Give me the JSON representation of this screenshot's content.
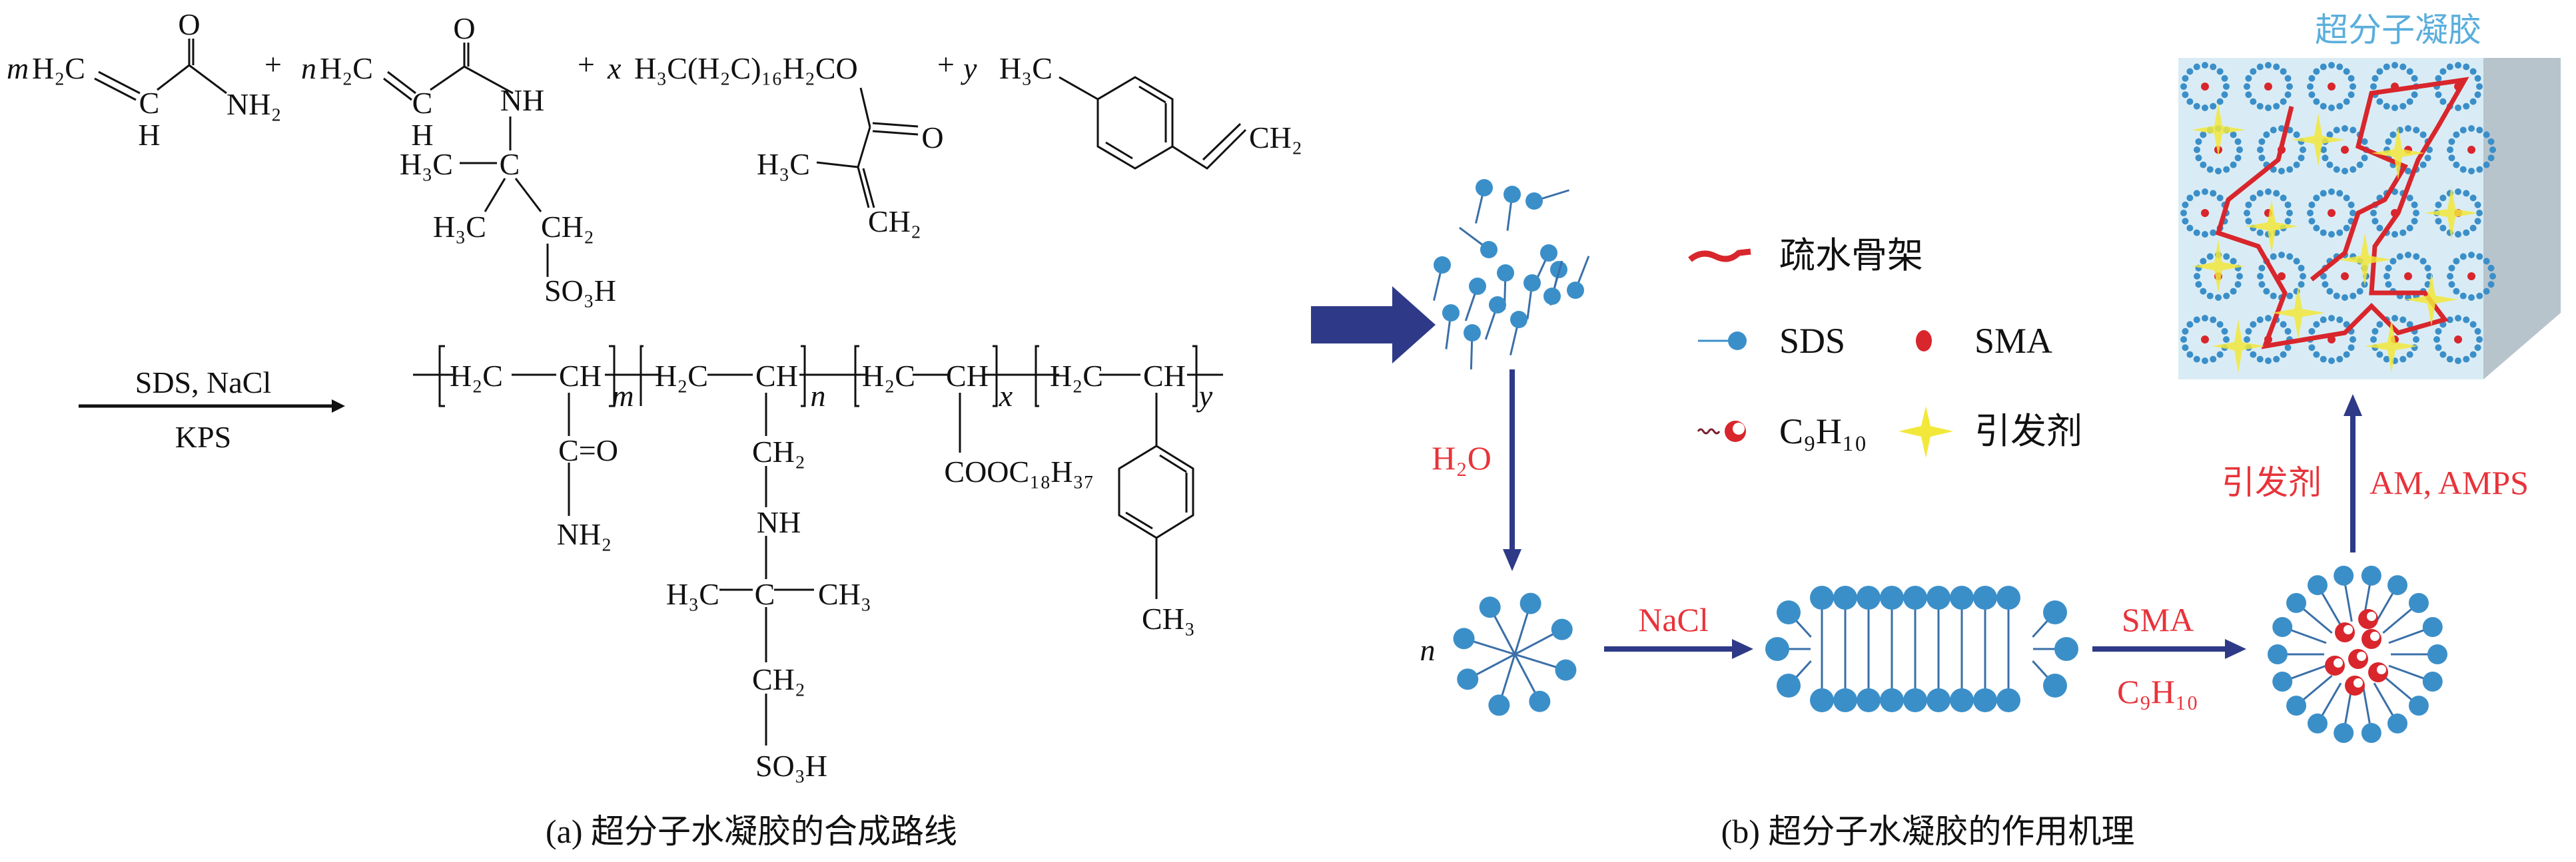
{
  "panel_a": {
    "monomers": {
      "m": "m",
      "am_h2c": "H₂C",
      "am_c": "C",
      "am_h": "H",
      "am_o": "O",
      "am_nh2": "NH₂",
      "plus1": "+",
      "n": "n",
      "amps_h2c": "H₂C",
      "amps_c": "C",
      "amps_h": "H",
      "amps_o": "O",
      "amps_nh": "NH",
      "amps_h3c_a": "H₃C",
      "amps_cq": "C",
      "amps_h3c_b": "H₃C",
      "amps_ch2": "CH₂",
      "amps_so3h": "SO₃H",
      "plus2": "+",
      "x": "x",
      "sma_chain": "H₃C(H₂C)₁₆H₂CO",
      "sma_o": "O",
      "sma_h3c": "H₃C",
      "sma_ch2": "CH₂",
      "plus3": "+",
      "y": "y",
      "ms_h3c": "H₃C",
      "ms_ch2": "CH₂"
    },
    "conditions": {
      "above": "SDS, NaCl",
      "below": "KPS"
    },
    "polymer": {
      "u1_h2c": "H₂C",
      "u1_ch": "CH",
      "u1_sub": "m",
      "u2_h2c": "H₂C",
      "u2_ch": "CH",
      "u2_sub": "n",
      "u3_h2c": "H₂C",
      "u3_ch": "CH",
      "u3_sub": "x",
      "u4_h2c": "H₂C",
      "u4_ch": "CH",
      "u4_sub": "y",
      "s1_co": "C=O",
      "s1_nh2": "NH₂",
      "s2_ch2": "CH₂",
      "s2_nh": "NH",
      "s2_h3c": "H₃C",
      "s2_c": "C",
      "s2_ch3": "CH₃",
      "s2_ch2b": "CH₂",
      "s2_so3h": "SO₃H",
      "s3_ester": "COOC₁₈H₃₇",
      "s4_ch3": "CH₃"
    },
    "caption": "(a) 超分子水凝胶的合成路线"
  },
  "panel_b": {
    "gel_title": "超分子凝胶",
    "legend": {
      "backbone": "疏水骨架",
      "sds": "SDS",
      "sma": "SMA",
      "c9h10": "C₉H₁₀",
      "initiator": "引发剂"
    },
    "steps": {
      "water": "H₂O",
      "n": "n",
      "nacl": "NaCl",
      "sma": "SMA",
      "c9h10": "C₉H₁₀",
      "initiator": "引发剂",
      "monomers": "AM, AMPS"
    },
    "caption": "(b) 超分子水凝胶的作用机理",
    "colors": {
      "arrow": "#2e3a87",
      "reagent_text": "#e8333a",
      "sds": "#3b8fc9",
      "backbone": "#d8262c",
      "initiator": "#f2e83a",
      "gel_title": "#5aaedc"
    }
  }
}
